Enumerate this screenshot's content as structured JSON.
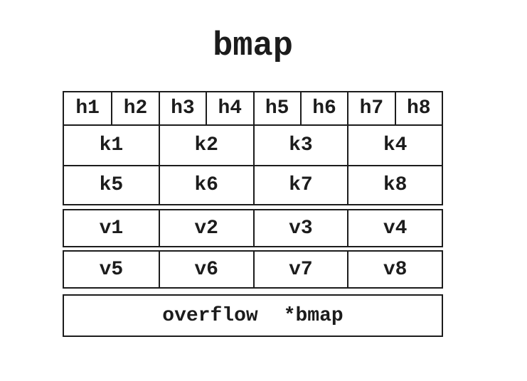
{
  "title": "bmap",
  "table": {
    "header_cells": [
      "h1",
      "h2",
      "h3",
      "h4",
      "h5",
      "h6",
      "h7",
      "h8"
    ],
    "key_rows": [
      [
        "k1",
        "k2",
        "k3",
        "k4"
      ],
      [
        "k5",
        "k6",
        "k7",
        "k8"
      ]
    ],
    "value_rows": [
      [
        "v1",
        "v2",
        "v3",
        "v4"
      ],
      [
        "v5",
        "v6",
        "v7",
        "v8"
      ]
    ],
    "overflow_label": "overflow",
    "overflow_pointer": "*bmap"
  },
  "colors": {
    "ink": "#1c1c1c",
    "background": "#ffffff"
  }
}
